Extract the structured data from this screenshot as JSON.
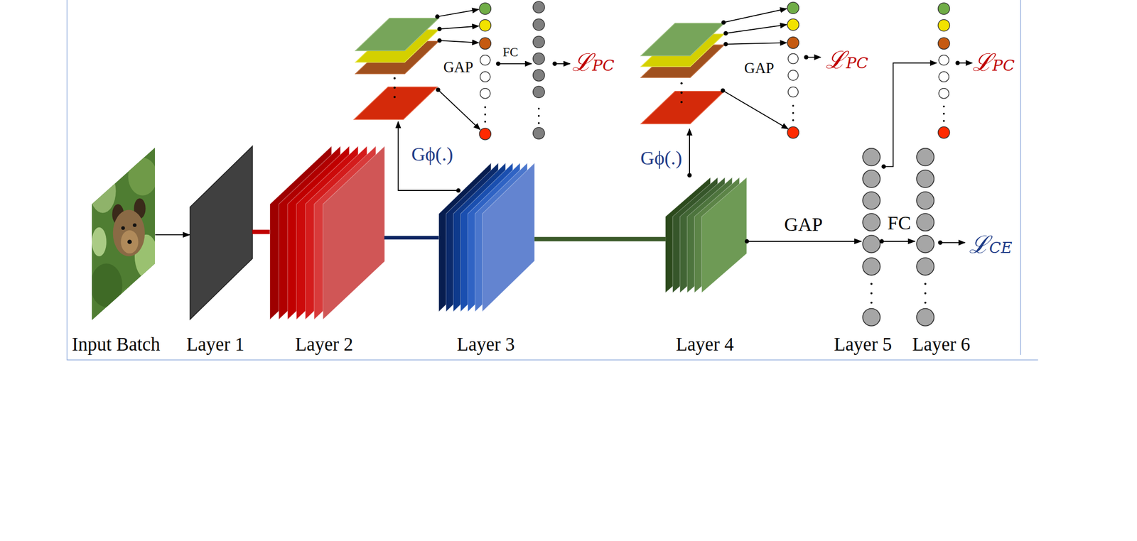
{
  "diagram": {
    "nodes": [
      {
        "text": [
          "Input Batch"
        ]
      },
      {
        "text": [
          "Layer 1"
        ]
      },
      {
        "text": [
          "Layer 2"
        ]
      },
      {
        "text": [
          "Layer 3"
        ]
      },
      {
        "text": [
          "Layer 4"
        ]
      },
      {
        "text": [
          "Layer 5"
        ]
      },
      {
        "text": [
          "Layer 6"
        ]
      }
    ],
    "edges": [
      {
        "from": 0,
        "to": 1,
        "arrow": "to"
      },
      {
        "from": 1,
        "to": 2,
        "arrow": "none"
      },
      {
        "from": 2,
        "to": 3,
        "arrow": "none"
      },
      {
        "from": 3,
        "to": 4,
        "arrow": "none"
      },
      {
        "from": 4,
        "to": 5,
        "label": "GAP",
        "arrow": "to"
      },
      {
        "from": 5,
        "to": 6,
        "label": "FC",
        "arrow": "to"
      }
    ],
    "labels": [
      "GAP",
      "FC",
      "ℒPC",
      "GAP",
      "ℒPC",
      "ℒPC",
      "Gϕ(.)",
      "Gϕ(.)",
      "ℒCE"
    ]
  }
}
